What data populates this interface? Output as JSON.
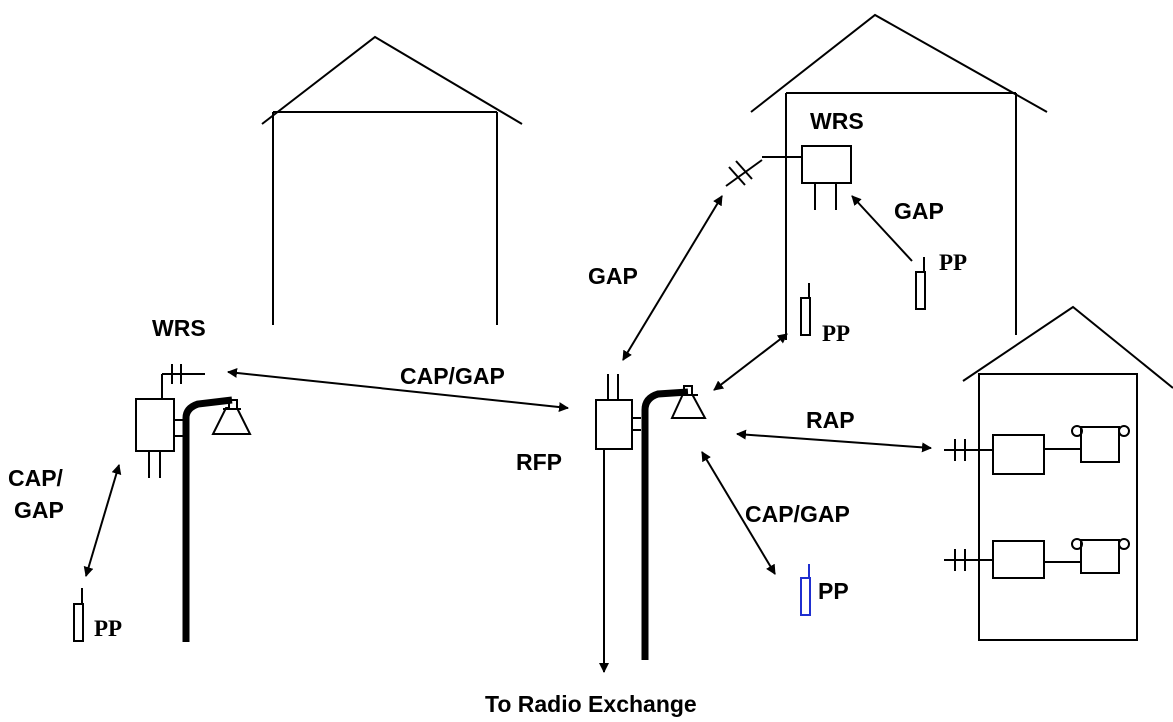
{
  "labels": {
    "wrs_left": "WRS",
    "wrs_right": "WRS",
    "cap_gap_top": "CAP/GAP",
    "cap_gap_left_line1": "CAP/",
    "cap_gap_left_line2": "GAP",
    "cap_gap_bottom": "CAP/GAP",
    "gap_mid": "GAP",
    "gap_right": "GAP",
    "rfp": "RFP",
    "rap": "RAP",
    "pp_left": "PP",
    "pp_mid": "PP",
    "pp_right": "PP",
    "pp_bottom": "PP",
    "to_exchange": "To Radio Exchange"
  },
  "colors": {
    "line": "#000000",
    "highlight": "#1f2fd0"
  }
}
